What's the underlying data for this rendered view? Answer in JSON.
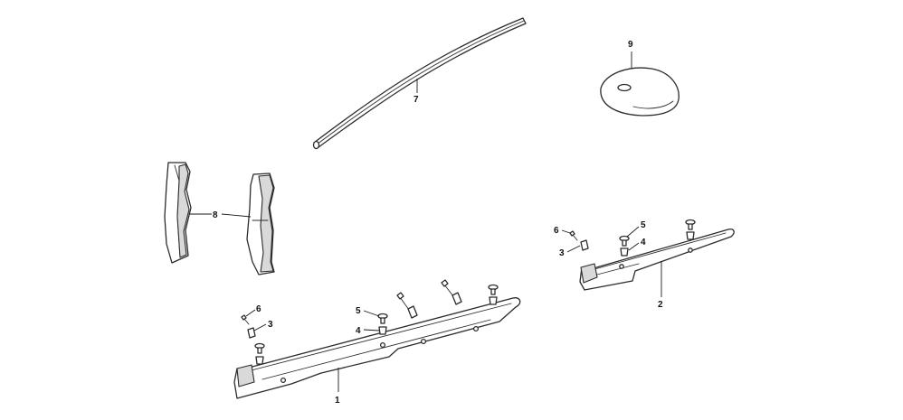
{
  "callouts": {
    "c1": "1",
    "c2": "2",
    "c3a": "3",
    "c3b": "3",
    "c4a": "4",
    "c4b": "4",
    "c5a": "5",
    "c5b": "5",
    "c6a": "6",
    "c6b": "6",
    "c7": "7",
    "c8": "8",
    "c9": "9"
  }
}
